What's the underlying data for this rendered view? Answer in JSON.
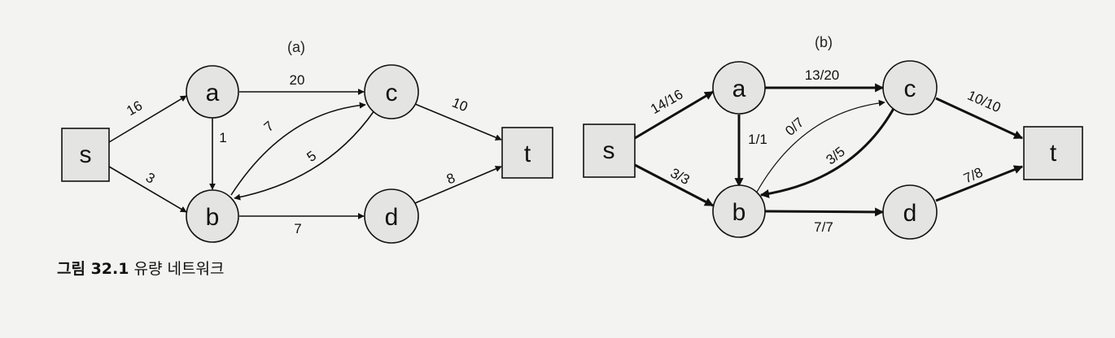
{
  "panel_a": {
    "label": "(a)",
    "nodes": {
      "s": "s",
      "a": "a",
      "b": "b",
      "c": "c",
      "d": "d",
      "t": "t"
    },
    "edges": {
      "s_a": "16",
      "s_b": "3",
      "a_c": "20",
      "a_b": "1",
      "b_c": "7",
      "c_b": "5",
      "c_t": "10",
      "b_d": "7",
      "d_t": "8"
    }
  },
  "panel_b": {
    "label": "(b)",
    "nodes": {
      "s": "s",
      "a": "a",
      "b": "b",
      "c": "c",
      "d": "d",
      "t": "t"
    },
    "edges": {
      "s_a": "14/16",
      "s_b": "3/3",
      "a_c": "13/20",
      "a_b": "1/1",
      "b_c": "0/7",
      "c_b": "3/5",
      "c_t": "10/10",
      "b_d": "7/7",
      "d_t": "7/8"
    }
  },
  "caption": {
    "number": "그림 32.1",
    "text": "유량 네트워크"
  }
}
